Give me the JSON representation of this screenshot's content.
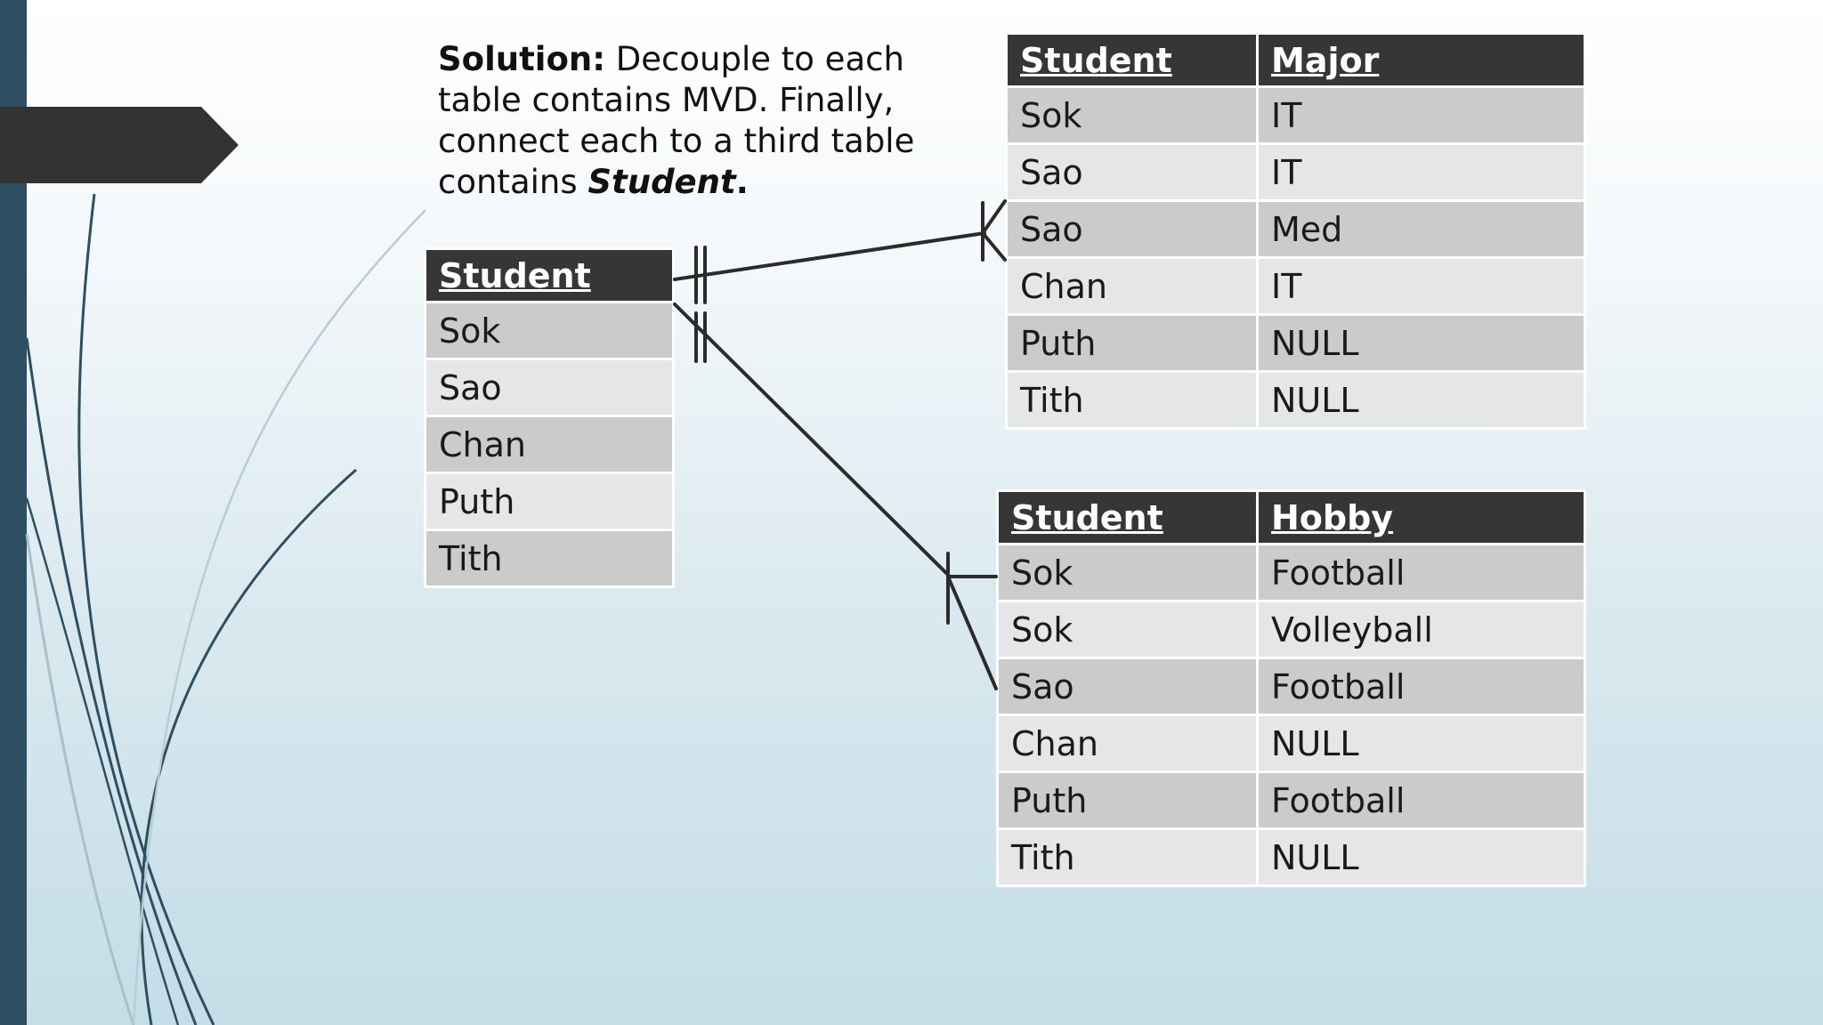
{
  "solution": {
    "lead": "Solution:",
    "line1": " Decouple to each",
    "line2": "table contains MVD. Finally,",
    "line3": "connect each to a third table",
    "line4_prefix": "contains ",
    "line4_bold": "Student",
    "line4_suffix": "."
  },
  "student_table": {
    "header": "Student",
    "rows": [
      "Sok",
      "Sao",
      "Chan",
      "Puth",
      "Tith"
    ]
  },
  "major_table": {
    "headers": [
      "Student",
      "Major"
    ],
    "rows": [
      [
        "Sok",
        "IT"
      ],
      [
        "Sao",
        "IT"
      ],
      [
        "Sao",
        "Med"
      ],
      [
        "Chan",
        "IT"
      ],
      [
        "Puth",
        "NULL"
      ],
      [
        "Tith",
        "NULL"
      ]
    ]
  },
  "hobby_table": {
    "headers": [
      "Student",
      "Hobby"
    ],
    "rows": [
      [
        "Sok",
        "Football"
      ],
      [
        "Sok",
        "Volleyball"
      ],
      [
        "Sao",
        "Football"
      ],
      [
        "Chan",
        "NULL"
      ],
      [
        "Puth",
        "Football"
      ],
      [
        "Tith",
        "NULL"
      ]
    ]
  },
  "colors": {
    "side_bar": "#2d4f61",
    "header_fill": "#363636",
    "row_dark": "#cbcbcc",
    "row_light": "#e5e6e8",
    "connector": "#2b2b2b"
  },
  "relationships": [
    {
      "from": "Student",
      "to": "Student-Major",
      "notation": "one-and-only-one to many"
    },
    {
      "from": "Student",
      "to": "Student-Hobby",
      "notation": "one-and-only-one to many"
    }
  ]
}
